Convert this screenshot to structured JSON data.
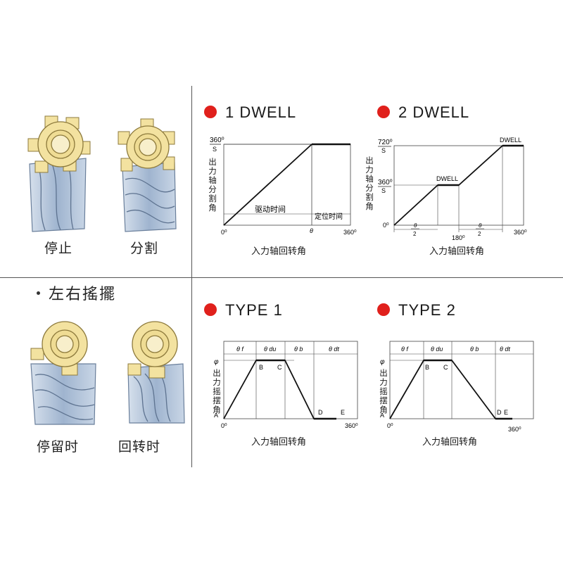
{
  "left_panels": {
    "top_captions": [
      "停止",
      "分割"
    ],
    "section_title": "左右搖擺",
    "bottom_captions": [
      "停留时",
      "回转时"
    ]
  },
  "colors": {
    "accent_red": "#e0201c",
    "wheel_fill": "#f3e2a0",
    "cam_fill": "#b9c9dd"
  },
  "charts": {
    "dwell1": {
      "title": "1 DWELL",
      "y_label": [
        "出",
        "力",
        "轴",
        "分",
        "割",
        "角"
      ],
      "x_label": "入力轴回转角",
      "y_top_label": "360⁰",
      "y_top_sub": "S",
      "origin_label": "0⁰",
      "theta_label": "θ",
      "x_end_label": "360⁰",
      "region_drive": "驱动时间",
      "region_dwell": "定位时间"
    },
    "dwell2": {
      "title": "2 DWELL",
      "y_label": [
        "出",
        "力",
        "轴",
        "分",
        "割",
        "角"
      ],
      "x_label": "入力轴回转角",
      "y_top_label": "720⁰",
      "y_top_sub": "S",
      "y_mid_label": "360⁰",
      "y_mid_sub": "S",
      "origin_label": "0⁰",
      "dwell_label_1": "DWELL",
      "dwell_label_2": "DWELL",
      "x_mid_label": "180⁰",
      "x_end_label": "360⁰",
      "half_theta_num": "θ",
      "half_theta_den": "2"
    },
    "type1": {
      "title": "TYPE 1",
      "y_label": [
        "出",
        "力",
        "摇",
        "摆",
        "角"
      ],
      "x_label": "入力轴回转角",
      "phi_label": "φ",
      "a_label": "A",
      "origin_label": "0⁰",
      "x_end_label": "360⁰",
      "segments": [
        "θ f",
        "θ du",
        "θ b",
        "θ dt"
      ],
      "points": [
        "B",
        "C",
        "D",
        "E"
      ]
    },
    "type2": {
      "title": "TYPE 2",
      "y_label": [
        "出",
        "力",
        "摇",
        "摆",
        "角"
      ],
      "x_label": "入力轴回转角",
      "phi_label": "φ",
      "a_label": "A",
      "origin_label": "0⁰",
      "x_end_label": "360⁰",
      "segments": [
        "θ f",
        "θ du",
        "θ b",
        "θ dt"
      ],
      "points": [
        "B",
        "C",
        "D",
        "E"
      ]
    }
  }
}
